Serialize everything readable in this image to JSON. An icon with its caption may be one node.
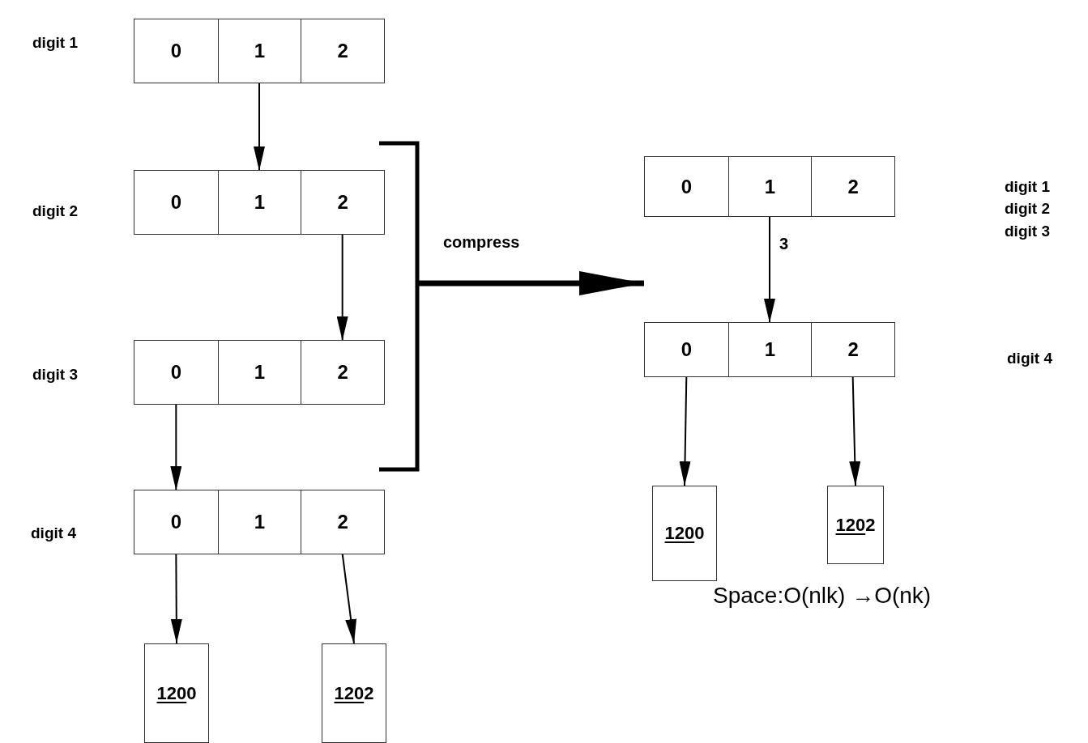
{
  "diagram": {
    "nodes": [
      {
        "text": [],
        "shape": "box",
        "beside": [
          "digit 1"
        ]
      },
      {
        "text": [
          "0"
        ],
        "in": 0
      },
      {
        "text": [
          "1"
        ],
        "in": 0
      },
      {
        "text": [
          "2"
        ],
        "in": 0
      },
      {
        "text": [],
        "shape": "box",
        "beside": [
          "digit 2"
        ]
      },
      {
        "text": [
          "0"
        ],
        "in": 4
      },
      {
        "text": [
          "1"
        ],
        "in": 4
      },
      {
        "text": [
          "2"
        ],
        "in": 4
      },
      {
        "text": [],
        "shape": "box",
        "beside": [
          "digit 3"
        ]
      },
      {
        "text": [
          "0"
        ],
        "in": 8
      },
      {
        "text": [
          "1"
        ],
        "in": 8
      },
      {
        "text": [
          "2"
        ],
        "in": 8
      },
      {
        "text": [],
        "shape": "box",
        "beside": [
          "digit 4"
        ]
      },
      {
        "text": [
          "0"
        ],
        "in": 12
      },
      {
        "text": [
          "1"
        ],
        "in": 12
      },
      {
        "text": [
          "2"
        ],
        "in": 12
      },
      {
        "text": [
          "1200"
        ]
      },
      {
        "text": [
          "1202"
        ]
      },
      {
        "text": [],
        "shape": "box"
      },
      {
        "text": [
          "0"
        ],
        "in": 18
      },
      {
        "text": [
          "1"
        ],
        "in": 18
      },
      {
        "text": [
          "2"
        ],
        "in": 18
      },
      {
        "text": [],
        "shape": "box"
      },
      {
        "text": [
          "0"
        ],
        "in": 22
      },
      {
        "text": [
          "1"
        ],
        "in": 22
      },
      {
        "text": [
          "2"
        ],
        "in": 22
      },
      {
        "text": [
          "1200"
        ]
      },
      {
        "text": [
          "1202"
        ]
      },
      {
        "text": [],
        "shape": "bracket"
      }
    ],
    "edges": [
      {
        "from": 2,
        "to": 6,
        "arrow": "to"
      },
      {
        "from": 7,
        "to": 11,
        "arrow": "to"
      },
      {
        "from": 9,
        "to": 13,
        "arrow": "to"
      },
      {
        "from": 13,
        "to": 16,
        "arrow": "to"
      },
      {
        "from": 15,
        "to": 17,
        "arrow": "to"
      },
      {
        "from": 28,
        "to": 22,
        "arrow": "to",
        "label": "compress",
        "style": "thick"
      },
      {
        "from": 20,
        "to": 24,
        "arrow": "to",
        "label": "3"
      },
      {
        "from": 23,
        "to": 26,
        "arrow": "to"
      },
      {
        "from": 25,
        "to": 27,
        "arrow": "to"
      }
    ],
    "labels": [
      "digit 1",
      "digit 2",
      "digit 3",
      "digit 4",
      "Space:O(nlk) →O(nk)"
    ]
  }
}
